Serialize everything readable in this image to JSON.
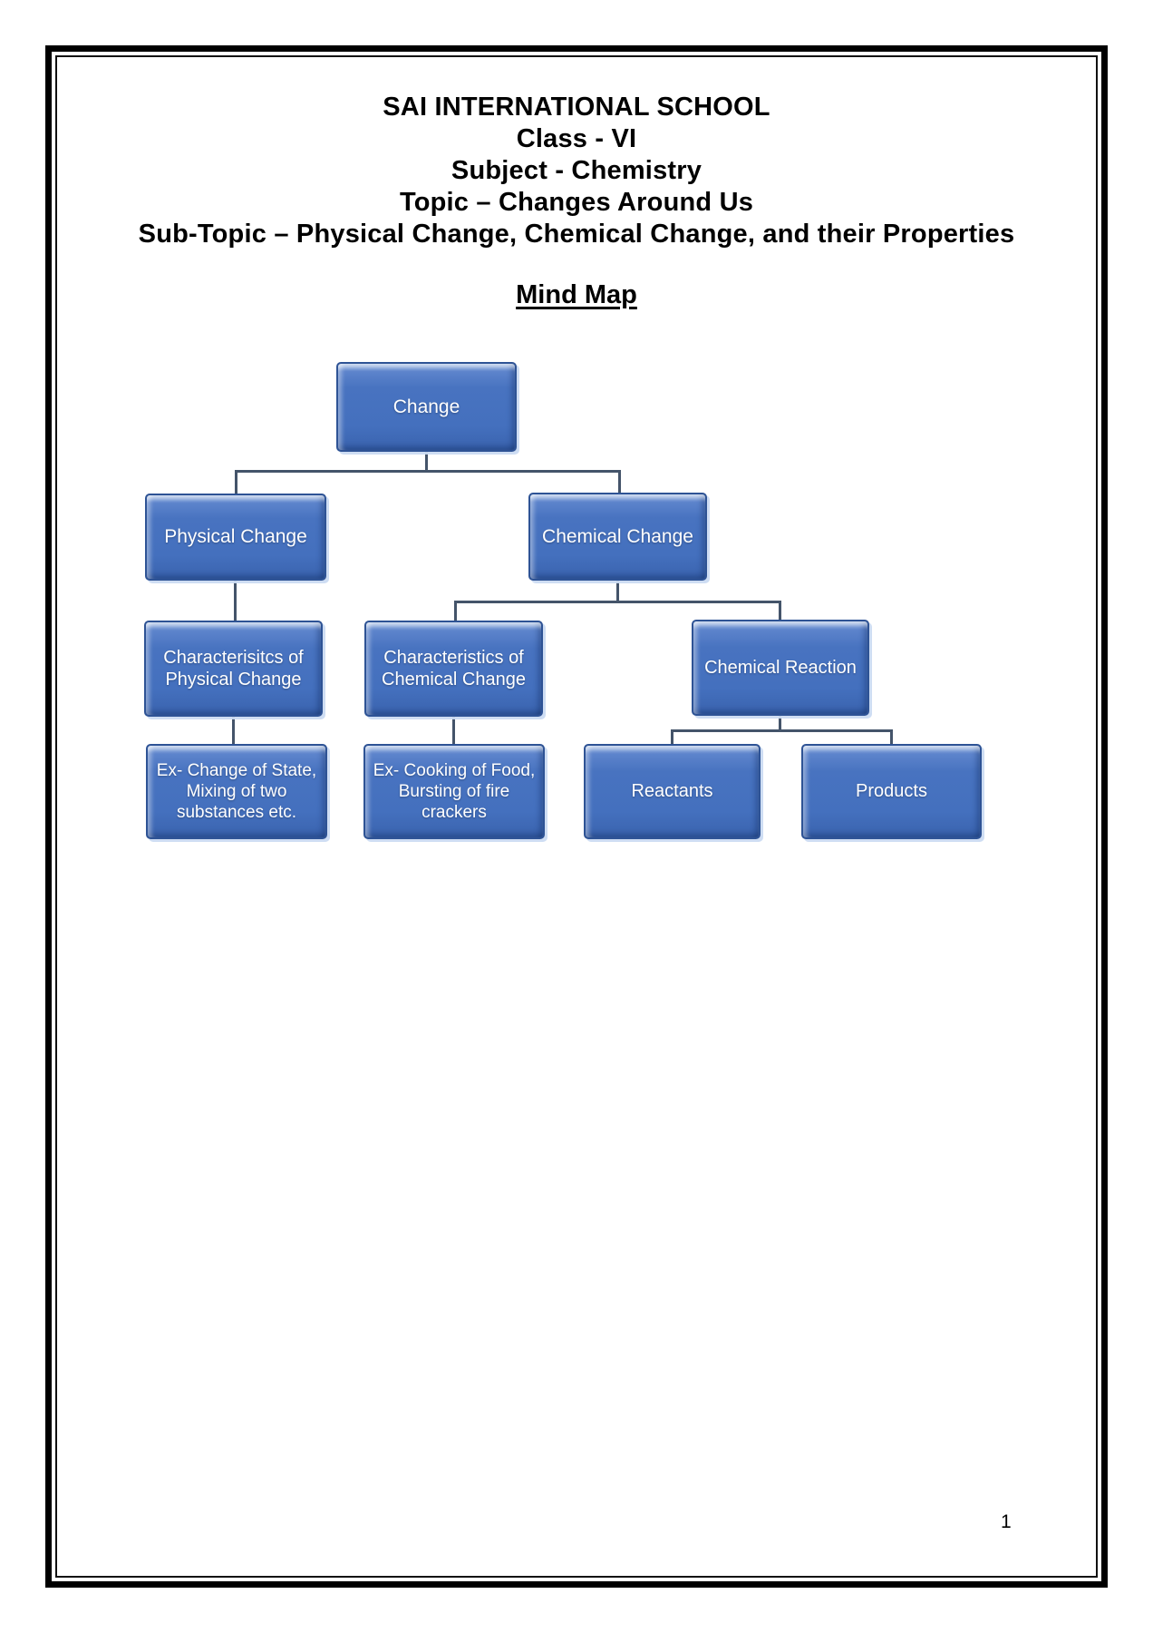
{
  "page": {
    "header": {
      "line1": "SAI INTERNATIONAL SCHOOL",
      "line2": "Class - VI",
      "line3": "Subject - Chemistry",
      "line4": "Topic – Changes Around Us",
      "line5": "Sub-Topic – Physical Change, Chemical Change, and their Properties"
    },
    "section_title": "Mind Map",
    "page_number": "1"
  },
  "mind_map": {
    "accent_color": "#4470BE",
    "node_border_color": "#2E5395",
    "connector_color": "#44546A",
    "text_color": "#FFFFFF",
    "nodes": {
      "change": {
        "label": "Change"
      },
      "physical_change": {
        "label": "Physical Change"
      },
      "chemical_change": {
        "label": "Chemical Change"
      },
      "char_physical": {
        "label": "Characterisitcs of Physical Change"
      },
      "char_chemical": {
        "label": "Characteristics of Chemical Change"
      },
      "chemical_reaction": {
        "label": "Chemical Reaction"
      },
      "ex_physical": {
        "label": "Ex- Change of State, Mixing of two substances etc."
      },
      "ex_chemical": {
        "label": "Ex- Cooking of Food, Bursting of fire crackers"
      },
      "reactants": {
        "label": "Reactants"
      },
      "products": {
        "label": "Products"
      }
    }
  }
}
